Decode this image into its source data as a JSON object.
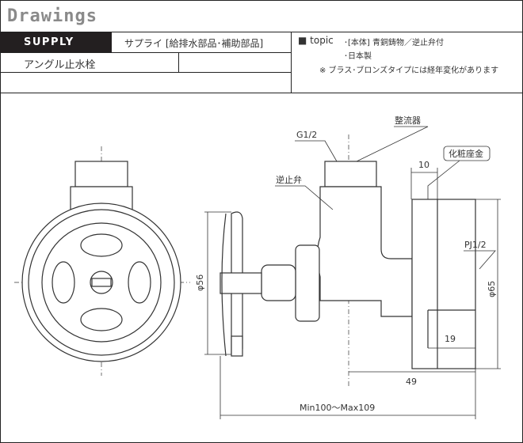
{
  "header": {
    "title": "Drawings"
  },
  "info": {
    "category_badge": "SUPPLY",
    "category_name": "サプライ [給排水部品･補助部品]",
    "product_name": "アングル止水栓",
    "topic_label": "■ topic",
    "topic_lines": [
      "･[本体] 青銅鋳物／逆止弁付",
      "･日本製"
    ],
    "note": "※ ブラス･ブロンズタイプには経年変化があります"
  },
  "drawing": {
    "labels": {
      "g_thread": "G1/2",
      "aerator": "整流器",
      "check_valve": "逆止弁",
      "escutcheon": "化粧座金",
      "pj_thread": "PJ1/2"
    },
    "dimensions": {
      "d56": "φ56",
      "d65": "φ65",
      "w10": "10",
      "w19": "19",
      "w49": "49",
      "length": "Min100～Max109"
    }
  }
}
